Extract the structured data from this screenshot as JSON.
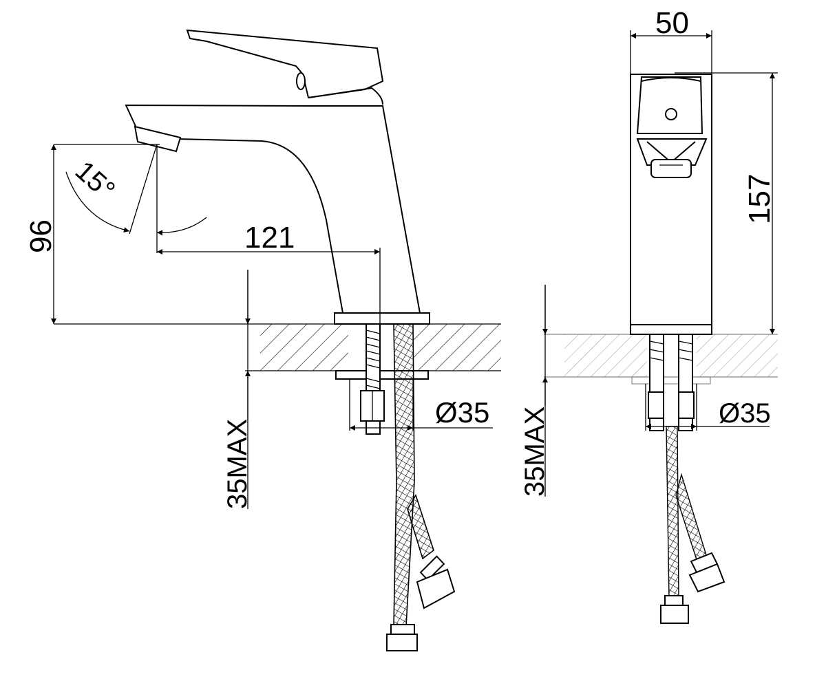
{
  "dimensions": {
    "spout_angle": "15°",
    "spout_height": "96",
    "spout_reach": "121",
    "body_width": "50",
    "total_height": "157",
    "hole_diameter_front": "Ø35",
    "hole_diameter_side": "Ø35",
    "max_counter_front": "35MAX",
    "max_counter_side": "35MAX"
  },
  "colors": {
    "line": "#000000",
    "background": "#ffffff",
    "hatch": "#000000",
    "hatch_side": "#888888"
  }
}
